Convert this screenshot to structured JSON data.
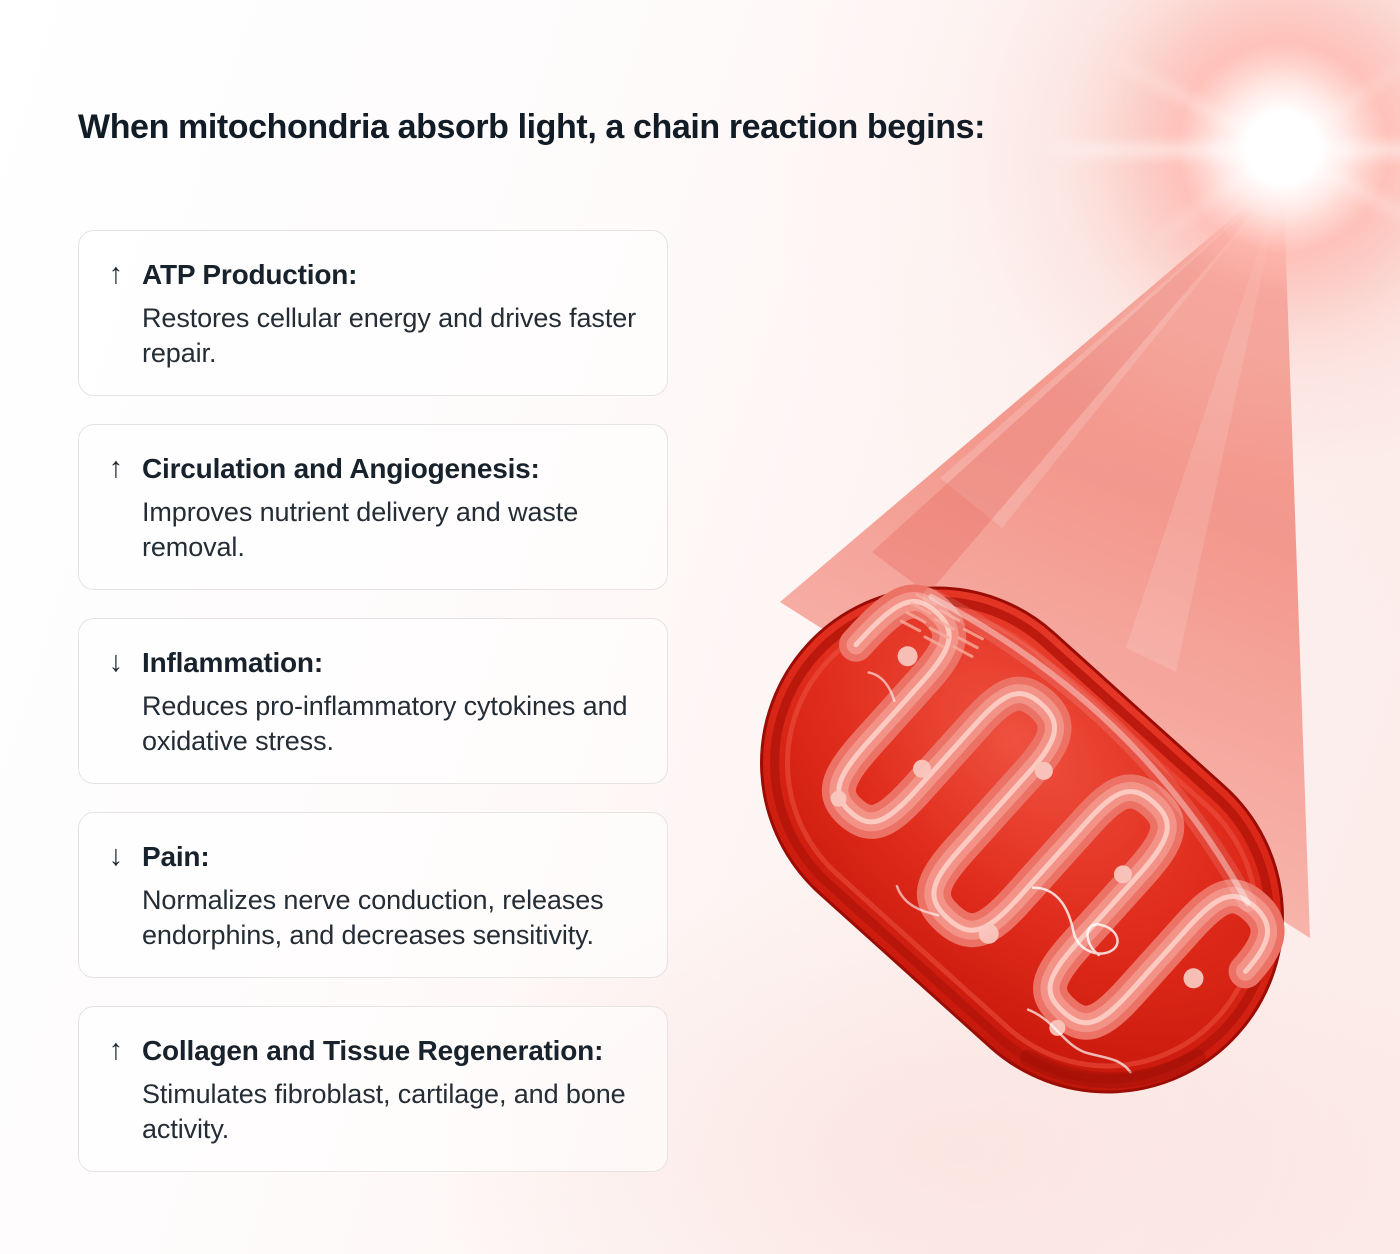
{
  "title": "When mitochondria absorb light, a chain reaction begins:",
  "cards": [
    {
      "direction": "up",
      "arrow": "↑",
      "title": "ATP Production:",
      "description": "Restores cellular energy and drives faster repair."
    },
    {
      "direction": "up",
      "arrow": "↑",
      "title": "Circulation and Angiogenesis:",
      "description": "Improves nutrient delivery and waste removal."
    },
    {
      "direction": "down",
      "arrow": "↓",
      "title": "Inflammation:",
      "description": "Reduces pro-inflammatory cytokines and oxidative stress."
    },
    {
      "direction": "down",
      "arrow": "↓",
      "title": "Pain:",
      "description": "Normalizes nerve conduction, releases endorphins, and decreases sensitivity."
    },
    {
      "direction": "up",
      "arrow": "↑",
      "title": "Collagen and Tissue Regeneration:",
      "description": "Stimulates fibroblast, cartilage, and bone activity."
    }
  ],
  "illustration": {
    "elements": [
      "light-source",
      "light-beam",
      "mitochondrion"
    ],
    "colors": {
      "glow_core": "#ffffff",
      "beam": "#f1897c",
      "mito_body": "#d6200f",
      "mito_outline": "#9a0c04",
      "mito_cristae": "#ee7e71",
      "granules": "#f9c6be"
    }
  },
  "theme": {
    "background_white": "#ffffff",
    "background_pink": "#fcebe9",
    "card_background": "rgba(255,255,255,0.55)",
    "card_border": "#e7e3e2",
    "text_color": "#121c26"
  }
}
